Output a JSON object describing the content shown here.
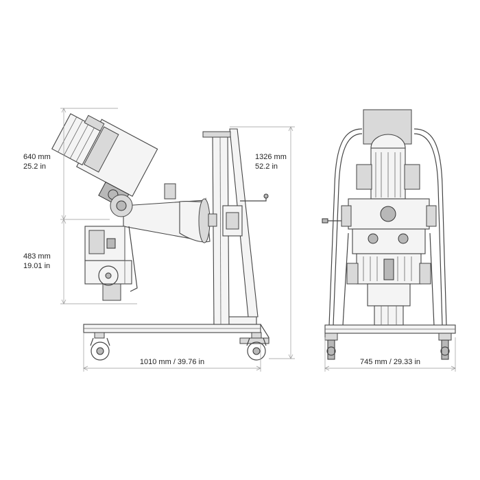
{
  "dimensions": {
    "head_height_mm": "640 mm",
    "head_height_in": "25.2 in",
    "base_height_mm": "483 mm",
    "base_height_in": "19.01 in",
    "total_height_mm": "1326 mm",
    "total_height_in": "52.2 in",
    "side_width": "1010 mm / 39.76 in",
    "front_width": "745 mm / 29.33 in"
  },
  "colors": {
    "line": "#444444",
    "dimension_line": "#999999",
    "text": "#222222"
  }
}
